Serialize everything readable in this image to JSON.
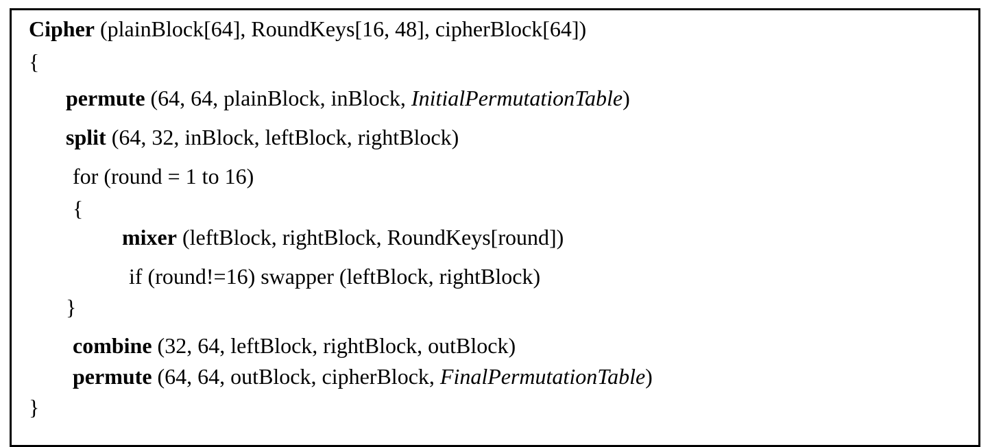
{
  "lines": [
    {
      "keyword": "Cipher",
      "text": " (plainBlock[64], RoundKeys[16, 48], cipherBlock[64])"
    },
    {
      "text": "{"
    },
    {
      "keyword": "permute",
      "text": " (64, 64, plainBlock, inBlock, ",
      "italic": "InitialPermutationTable",
      "tail": ")"
    },
    {
      "keyword": "split",
      "text": " (64, 32, inBlock, leftBlock, rightBlock)"
    },
    {
      "text": "for (round = 1 to 16)"
    },
    {
      "text": "{"
    },
    {
      "keyword": "mixer",
      "text": " (leftBlock, rightBlock, RoundKeys[round])"
    },
    {
      "text": "if (round!=16) swapper (leftBlock, rightBlock)"
    },
    {
      "text": "}"
    },
    {
      "keyword": "combine",
      "text": " (32, 64, leftBlock, rightBlock, outBlock)"
    },
    {
      "keyword": "permute",
      "text": " (64, 64, outBlock, cipherBlock, ",
      "italic": "FinalPermutationTable",
      "tail": ")"
    },
    {
      "text": "}"
    }
  ]
}
